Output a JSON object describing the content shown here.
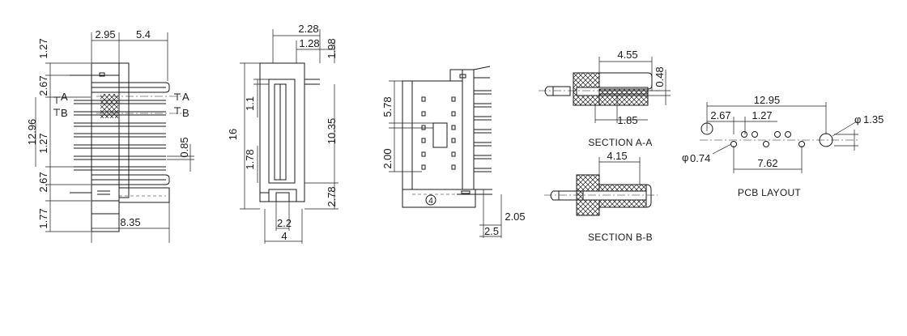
{
  "front": {
    "top_a": "2.95",
    "top_b": "5.4",
    "left": [
      "1.27",
      "2.67",
      "12.96",
      "1.27",
      "2.67",
      "1.77"
    ],
    "bottom": "8.35",
    "right": "0.85",
    "mark_a": "A",
    "mark_b": "B"
  },
  "side": {
    "top1": "2.28",
    "top2": "1.28",
    "top3": "1.98",
    "left_outer": "16",
    "left_a": "1.1",
    "left_b": "1.78",
    "right_a": "10.35",
    "right_b": "2.78",
    "bottom1": "2.2",
    "bottom2": "4"
  },
  "back": {
    "left_a": "5.78",
    "left_b": "2.00",
    "right": "2.05",
    "bottom": "2.5",
    "circle": "4"
  },
  "section_a": {
    "top": "4.55",
    "right": "0.48",
    "bottom": "1.85",
    "caption": "SECTION A-A"
  },
  "section_b": {
    "top": "4.15",
    "caption": "SECTION B-B"
  },
  "pcb": {
    "total": "12.95",
    "d1": "2.67",
    "d2": "1.27",
    "pitch": "7.62",
    "hole_small": "0.74",
    "hole_large": "1.35",
    "phi": "φ",
    "caption": "PCB LAYOUT"
  }
}
